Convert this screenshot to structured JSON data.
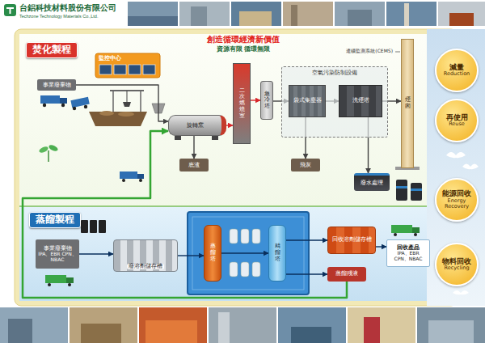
{
  "diagram": {
    "title": "台鋁科技材料股份有限公司",
    "nodes": [
      {
        "text": [
          "焚化製程"
        ]
      },
      {
        "text": [
          "事業廢棄物"
        ]
      },
      {
        "text": [
          "監控中心"
        ]
      },
      {
        "text": [
          "旋轉窯"
        ]
      },
      {
        "text": [
          "二次燃燒室"
        ]
      },
      {
        "text": [
          "急冷塔"
        ]
      },
      {
        "text": [
          "空氣污染防制設備"
        ]
      },
      {
        "text": [
          "袋式集塵器"
        ],
        "in": 6
      },
      {
        "text": [
          "洗煙塔"
        ],
        "in": 6
      },
      {
        "text": [
          "煙囪"
        ]
      },
      {
        "text": [
          "底渣"
        ]
      },
      {
        "text": [
          "飛灰"
        ]
      },
      {
        "text": [
          "廢水處理"
        ]
      },
      {
        "text": [
          "蒸餾製程"
        ]
      },
      {
        "text": [
          "事業廢棄物",
          "IPA、EBR CPN、NBAC"
        ]
      },
      {
        "text": [
          "廢溶劑儲存槽"
        ]
      },
      {
        "text": [
          "蒸餾塔"
        ]
      },
      {
        "text": [
          "精餾塔"
        ]
      },
      {
        "text": [
          "回收溶劑儲存槽"
        ]
      },
      {
        "text": [
          "回收產品",
          "IPA、EBR CPN、NBAC"
        ]
      },
      {
        "text": [
          "蒸餾殘液"
        ]
      },
      {
        "text": [
          "減量",
          "Reduction"
        ]
      },
      {
        "text": [
          "再使用",
          "Reuse"
        ]
      },
      {
        "text": [
          "能源回收",
          "Energy Recovery"
        ]
      },
      {
        "text": [
          "物料回收",
          "Recycling"
        ]
      }
    ],
    "edges": [
      {
        "from": 1,
        "to": 3,
        "arrow": "to"
      },
      {
        "from": 3,
        "to": 4,
        "arrow": "to"
      },
      {
        "from": 4,
        "to": 5,
        "arrow": "to"
      },
      {
        "from": 5,
        "to": 7,
        "arrow": "to"
      },
      {
        "from": 7,
        "to": 8,
        "arrow": "to"
      },
      {
        "from": 8,
        "to": 9,
        "arrow": "to"
      },
      {
        "from": 3,
        "to": 10,
        "arrow": "to"
      },
      {
        "from": 7,
        "to": 11,
        "arrow": "to"
      },
      {
        "from": 8,
        "to": 12,
        "arrow": "to"
      },
      {
        "from": 14,
        "to": 15,
        "arrow": "to"
      },
      {
        "from": 15,
        "to": 16,
        "arrow": "to"
      },
      {
        "from": 16,
        "to": 17,
        "arrow": "to"
      },
      {
        "from": 17,
        "to": 18,
        "arrow": "to"
      },
      {
        "from": 18,
        "to": 19,
        "arrow": "to"
      },
      {
        "from": 17,
        "to": 20,
        "arrow": "to"
      },
      {
        "from": 20,
        "to": 3,
        "arrow": "to"
      }
    ],
    "labels": [
      "Techzone Technology Materials Co.,Ltd.",
      "創造循環經濟新價值",
      "資源有限 循環無限",
      "連續監測系統(CEMS)"
    ]
  }
}
